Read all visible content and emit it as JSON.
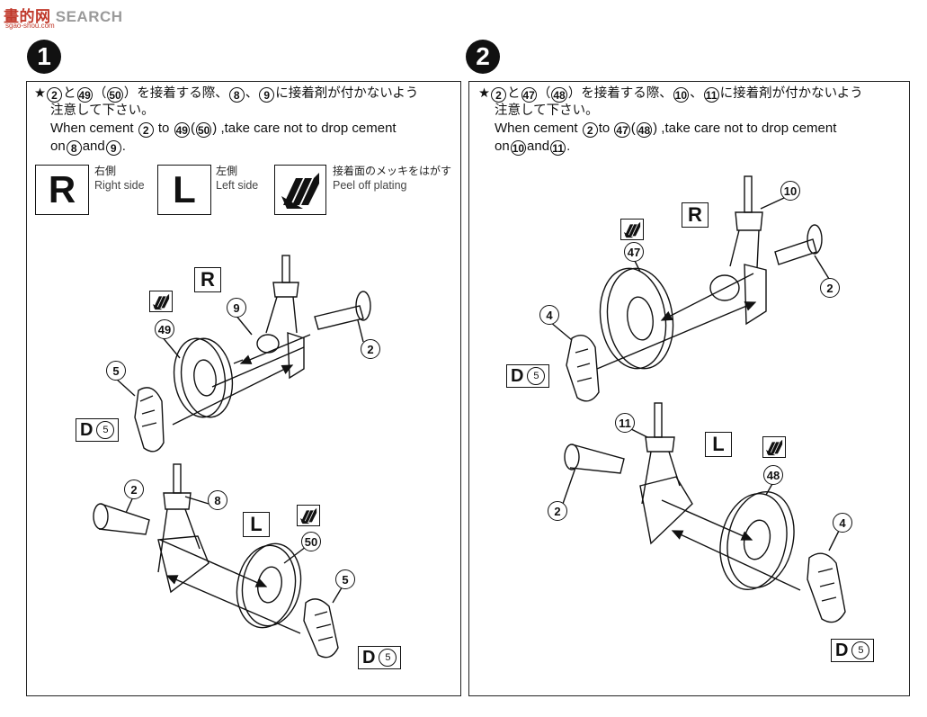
{
  "watermark": {
    "logo": "畫的网",
    "brand": "SEARCH",
    "url": "sgao-shou.com"
  },
  "steps": [
    {
      "number": "1",
      "instruction": {
        "star": "★",
        "jp_parts": [
          "2",
          "と",
          "49",
          "（",
          "50",
          "）を接着する際、",
          "8",
          "、",
          "9",
          "に接着剤が付かないよう"
        ],
        "jp_line2": "注意して下さい。",
        "en_line1_pre": "When cement",
        "en_a": "2",
        "en_to": "to",
        "en_b": "49",
        "en_c": "50",
        "en_line1_post": ",take care not to drop cement",
        "en_on": "on",
        "en_d": "8",
        "en_and": "and",
        "en_e": "9",
        "en_end": "."
      },
      "legend": [
        {
          "symbol": "R",
          "jp": "右側",
          "en": "Right side"
        },
        {
          "symbol": "L",
          "jp": "左側",
          "en": "Left side"
        },
        {
          "symbol": "peel-off-plating-icon",
          "jp": "接着面のメッキをはがす",
          "en": "Peel off plating"
        }
      ],
      "side_tags": [
        "R",
        "L"
      ],
      "callouts": [
        "9",
        "49",
        "5",
        "2",
        "8",
        "2",
        "50",
        "5"
      ],
      "dtags": [
        {
          "d": "D",
          "n": "5"
        },
        {
          "d": "D",
          "n": "5"
        }
      ]
    },
    {
      "number": "2",
      "instruction": {
        "star": "★",
        "jp_parts": [
          "2",
          "と",
          "47",
          "（",
          "48",
          "）を接着する際、",
          "10",
          "、",
          "11",
          "に接着剤が付かないよう"
        ],
        "jp_line2": "注意して下さい。",
        "en_line1_pre": "When cement",
        "en_a": "2",
        "en_to": "to",
        "en_b": "47",
        "en_c": "48",
        "en_line1_post": ",take care not to drop cement",
        "en_on": "on",
        "en_d": "10",
        "en_and": "and",
        "en_e": "11",
        "en_end": "."
      },
      "side_tags": [
        "R",
        "L"
      ],
      "callouts": [
        "10",
        "47",
        "4",
        "2",
        "11",
        "2",
        "48",
        "4"
      ],
      "dtags": [
        {
          "d": "D",
          "n": "5"
        },
        {
          "d": "D",
          "n": "5"
        }
      ]
    }
  ]
}
